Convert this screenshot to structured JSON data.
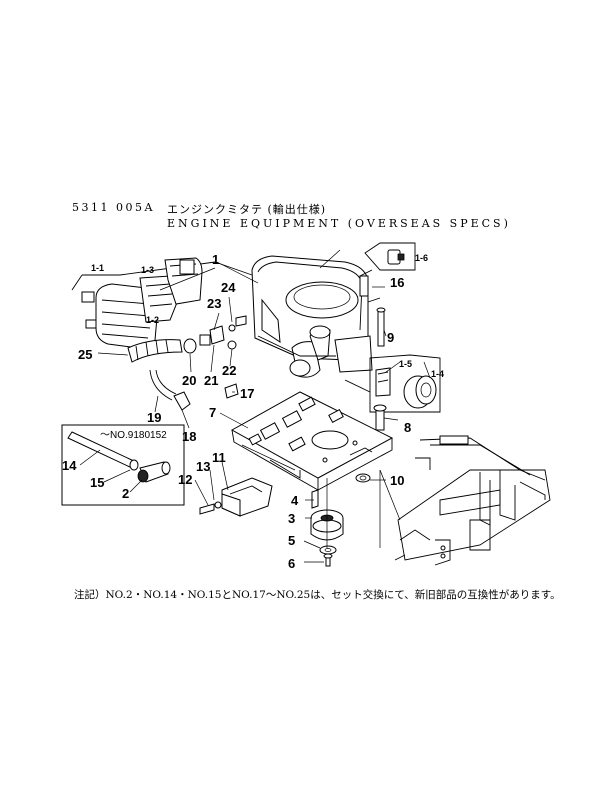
{
  "header": {
    "code": "5311  005A",
    "title_jp": "エンジンクミタテ  (輸出仕様)",
    "title_en": "ENGINE EQUIPMENT (OVERSEAS SPECS)"
  },
  "inset_note": "～NO.9180152",
  "labels": {
    "l1": "1",
    "l1_1": "1-1",
    "l1_2": "1-2",
    "l1_3": "1-3",
    "l1_4": "1-4",
    "l1_5": "1-5",
    "l1_6": "1-6",
    "l2": "2",
    "l3": "3",
    "l4": "4",
    "l5": "5",
    "l6": "6",
    "l7": "7",
    "l8": "8",
    "l9": "9",
    "l10": "10",
    "l11": "11",
    "l12": "12",
    "l13": "13",
    "l14": "14",
    "l15": "15",
    "l16": "16",
    "l17": "17",
    "l18": "18",
    "l19": "19",
    "l20": "20",
    "l21": "21",
    "l22": "22",
    "l23": "23",
    "l24": "24",
    "l25": "25"
  },
  "footnote": "注記）NO.2・NO.14・NO.15とNO.17～NO.25は、セット交換にて、新旧部品の互換性があります。"
}
